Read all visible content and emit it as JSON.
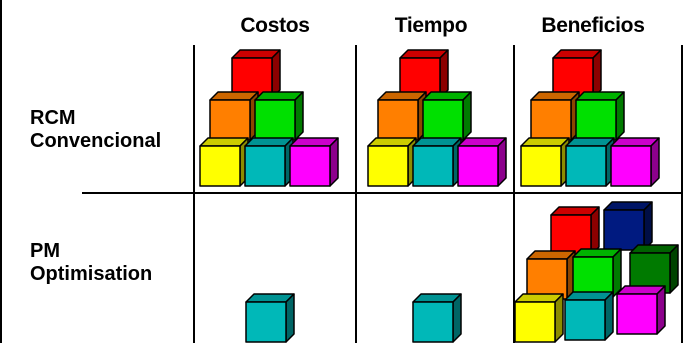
{
  "columns": {
    "costs": "Costos",
    "time": "Tiempo",
    "benefits": "Beneficios"
  },
  "rows": {
    "rcm": {
      "line1": "RCM",
      "line2": "Convencional"
    },
    "pm": {
      "line1": "PM",
      "line2": "Optimisation"
    }
  },
  "colors": {
    "red": "#ff0000",
    "orange": "#ff7f00",
    "green": "#00e000",
    "yellow": "#ffff00",
    "cyan": "#00b8b8",
    "magenta": "#ff00ff",
    "navy": "#001a80",
    "darkgreen": "#007a00"
  },
  "blocks": {
    "rcm_costs": [
      "red",
      "orange",
      "green",
      "yellow",
      "cyan",
      "magenta"
    ],
    "rcm_time": [
      "red",
      "orange",
      "green",
      "yellow",
      "cyan",
      "magenta"
    ],
    "rcm_benefits": [
      "red",
      "orange",
      "green",
      "yellow",
      "cyan",
      "magenta"
    ],
    "pm_costs": [
      "cyan"
    ],
    "pm_time": [
      "cyan"
    ],
    "pm_benefits": [
      "red",
      "navy",
      "orange",
      "green",
      "darkgreen",
      "yellow",
      "cyan",
      "magenta"
    ]
  }
}
